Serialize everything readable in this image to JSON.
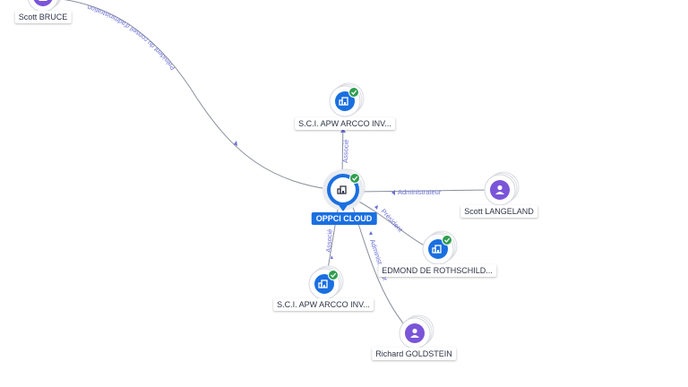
{
  "colors": {
    "company": "#1a6fe0",
    "person": "#7a55d8",
    "check": "#2e9e4f",
    "edge": "#8a8f9c",
    "edge_label": "#6b6fd6"
  },
  "nodes": {
    "main": {
      "label": "OPPCI CLOUD",
      "type": "company",
      "icon": "building-icon"
    },
    "sci_top": {
      "label": "S.C.I. APW ARCCO INV...",
      "type": "company",
      "icon": "building-icon"
    },
    "sci_bottom": {
      "label": "S.C.I. APW ARCCO INV...",
      "type": "company",
      "icon": "building-icon"
    },
    "edmond": {
      "label": "EDMOND DE ROTHSCHILD...",
      "type": "company",
      "icon": "building-icon"
    },
    "bruce": {
      "label": "Scott BRUCE",
      "type": "person",
      "icon": "person-icon"
    },
    "langeland": {
      "label": "Scott LANGELAND",
      "type": "person",
      "icon": "person-icon"
    },
    "goldstein": {
      "label": "Richard GOLDSTEIN",
      "type": "person",
      "icon": "person-icon"
    }
  },
  "edges": {
    "bruce": "Président du conseil d'administration",
    "sci_top": "Associé",
    "langeland": "Administrateur",
    "edmond": "Président",
    "sci_bottom": "Associé",
    "goldstein": "Administrateur"
  }
}
